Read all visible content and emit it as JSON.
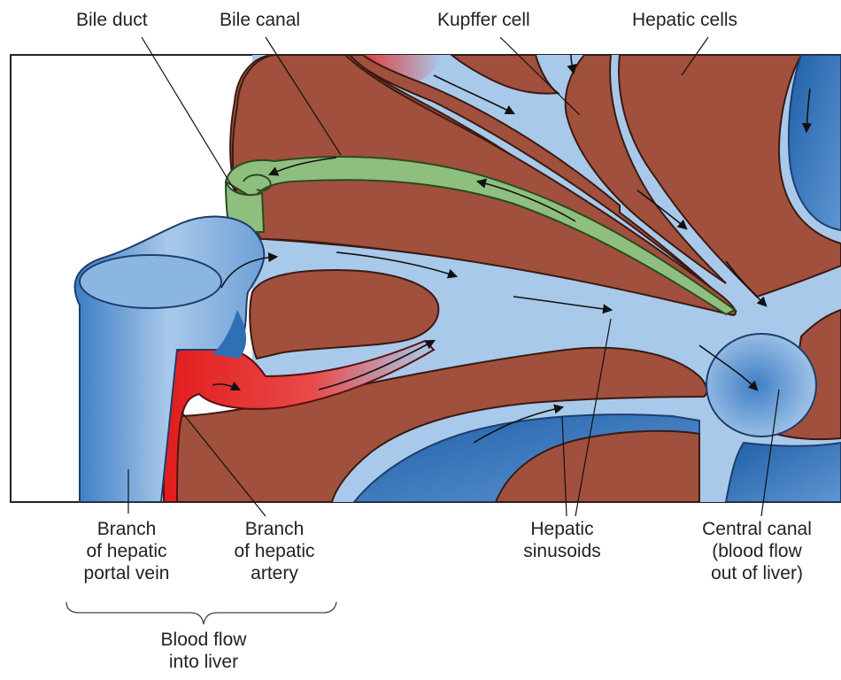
{
  "labels": {
    "bile_duct": "Bile duct",
    "bile_canal": "Bile canal",
    "kupffer_cell": "Kupffer cell",
    "hepatic_cells": "Hepatic cells",
    "portal_vein": [
      "Branch",
      "of hepatic",
      "portal vein"
    ],
    "hepatic_artery": [
      "Branch",
      "of hepatic",
      "artery"
    ],
    "sinusoids": [
      "Hepatic",
      "sinusoids"
    ],
    "central_canal": [
      "Central canal",
      "(blood flow",
      "out of liver)"
    ],
    "blood_flow_in": [
      "Blood flow",
      "into liver"
    ]
  },
  "colors": {
    "tissue": "#a0503c",
    "vessel": "#a9c9ea",
    "vessel_dark": "#2f6fb6",
    "bile": "#8fbf7f",
    "artery": "#e21c1c"
  }
}
